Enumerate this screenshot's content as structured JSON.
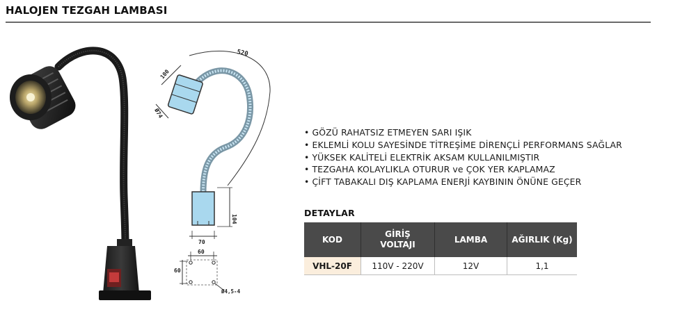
{
  "page": {
    "title": "HALOJEN TEZGAH LAMBASI"
  },
  "features": [
    "GÖZÜ RAHATSIZ ETMEYEN SARI IŞIK",
    "EKLEMLİ KOLU SAYESİNDE TİTREŞİME DİRENÇLİ PERFORMANS SAĞLAR",
    "YÜKSEK KALİTELİ ELEKTRİK AKSAM KULLANILMIŞTIR",
    "TEZGAHA KOLAYLIKLA OTURUR ve ÇOK YER KAPLAMAZ",
    "ÇİFT TABAKALI DIŞ KAPLAMA ENERJİ KAYBININ ÖNÜNE GEÇER"
  ],
  "details": {
    "heading": "DETAYLAR",
    "headers": [
      "KOD",
      "GİRİŞ VOLTAJI",
      "LAMBA",
      "AĞIRLIK (Kg)"
    ],
    "rows": [
      [
        "VHL-20F",
        "110V - 220V",
        "12V",
        "1,1"
      ]
    ]
  },
  "drawing": {
    "dim_length": "520",
    "dim_head": "100",
    "dim_head_dia": "Ø74",
    "dim_base_height": "104",
    "dim_base_width": "70",
    "dim_hole_spacing_x": "60",
    "dim_hole_spacing_y": "60",
    "dim_hole": "Ø4,5-4"
  },
  "colors": {
    "rule": "#6a6a6a",
    "table_header_bg": "#4a4a4a",
    "code_cell_bg": "#fbeedd",
    "drawing_fill": "#a9d8ee"
  }
}
